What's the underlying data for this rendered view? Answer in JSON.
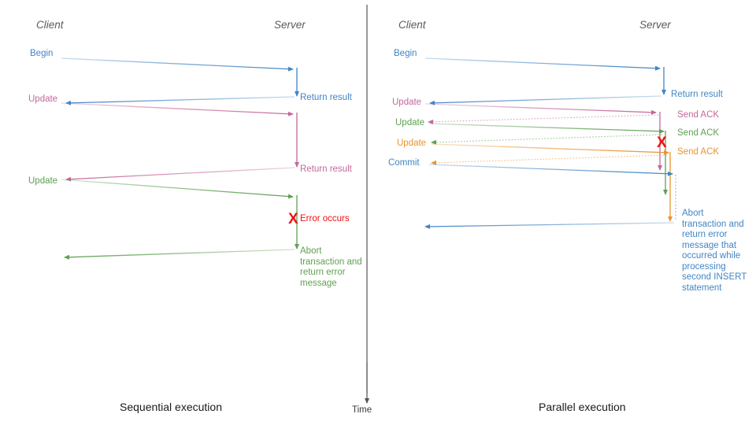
{
  "figure": {
    "time_axis_label": "Time",
    "divider_color": "#555555"
  },
  "panels": [
    {
      "id": "sequential",
      "caption": "Sequential execution",
      "actors": {
        "client": "Client",
        "server": "Server"
      },
      "client_messages": [
        {
          "label": "Begin",
          "color": "#4285c4"
        },
        {
          "label": "Update",
          "color": "#c4689b"
        },
        {
          "label": "Update",
          "color": "#5fa053"
        }
      ],
      "server_messages": [
        {
          "label": "Return result",
          "color": "#4285c4"
        },
        {
          "label": "Return result",
          "color": "#c4689b"
        },
        {
          "label": "Abort transaction and return error message",
          "color": "#5fa053"
        }
      ],
      "error": {
        "marker": "X",
        "label": "Error occurs",
        "color": "#ee1111"
      }
    },
    {
      "id": "parallel",
      "caption": "Parallel execution",
      "actors": {
        "client": "Client",
        "server": "Server"
      },
      "client_messages": [
        {
          "label": "Begin",
          "color": "#4285c4"
        },
        {
          "label": "Update",
          "color": "#c4689b"
        },
        {
          "label": "Update",
          "color": "#5fa053"
        },
        {
          "label": "Update",
          "color": "#e8942e"
        },
        {
          "label": "Commit",
          "color": "#4285c4"
        }
      ],
      "server_messages": [
        {
          "label": "Return result",
          "color": "#4285c4"
        },
        {
          "label": "Send ACK",
          "color": "#c4689b"
        },
        {
          "label": "Send ACK",
          "color": "#5fa053"
        },
        {
          "label": "Send ACK",
          "color": "#e8942e"
        },
        {
          "label": "Abort transaction and return error message that occurred while processing second INSERT statement",
          "color": "#4285c4"
        }
      ],
      "error": {
        "marker": "X",
        "label": "",
        "color": "#ee1111"
      }
    }
  ],
  "colors": {
    "blue": "#4285c4",
    "pink": "#c4689b",
    "green": "#5fa053",
    "orange": "#e8942e",
    "red": "#ee1111",
    "gray": "#5a5a5a",
    "black": "#1a1a1a"
  }
}
